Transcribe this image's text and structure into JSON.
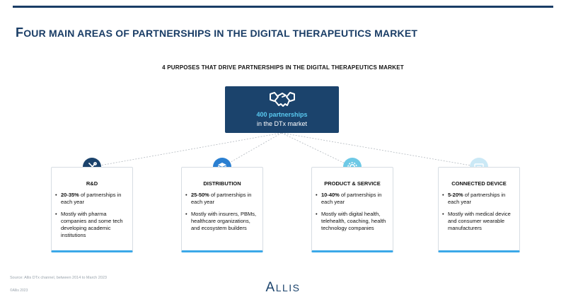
{
  "title": {
    "first_letter": "F",
    "rest": "OUR MAIN AREAS OF PARTNERSHIPS IN THE DIGITAL THERAPEUTICS MARKET"
  },
  "subtitle": "4 PURPOSES THAT DRIVE PARTNERSHIPS IN THE DIGITAL THERAPEUTICS MARKET",
  "hub": {
    "icon": "handshake-icon",
    "count_text": "400 partnerships",
    "market_text": "in the DTx market"
  },
  "cards": [
    {
      "title": "R&D",
      "icon": "tools-icon",
      "icon_color": "#1b436c",
      "pct": "20-35%",
      "pct_suffix": " of partnerships in each year",
      "detail": "Mostly with pharma companies and some tech developing academic institutions"
    },
    {
      "title": "DISTRIBUTION",
      "icon": "box-icon",
      "icon_color": "#2a7fd1",
      "pct": "25-50%",
      "pct_suffix": " of partnerships in each year",
      "detail": "Mostly with insurers, PBMs, healthcare organizations, and ecosystem builders"
    },
    {
      "title": "PRODUCT & SERVICE",
      "icon": "gear-icon",
      "icon_color": "#6ec9e6",
      "pct": "10-40%",
      "pct_suffix": " of partnerships in each year",
      "detail": "Mostly with digital health, telehealth, coaching, health technology companies"
    },
    {
      "title": "CONNECTED DEVICE",
      "icon": "device-icon",
      "icon_color": "#cbe9f6",
      "pct": "5-20%",
      "pct_suffix": " of partnerships in each year",
      "detail": "Mostly with medical device and consumer wearable manufacturers"
    }
  ],
  "source": "Source: Allis DTx channel, between 2014 to March 2023",
  "copyright": "©Allis 2023",
  "logo": {
    "first_letter": "A",
    "rest": "LLIS"
  }
}
